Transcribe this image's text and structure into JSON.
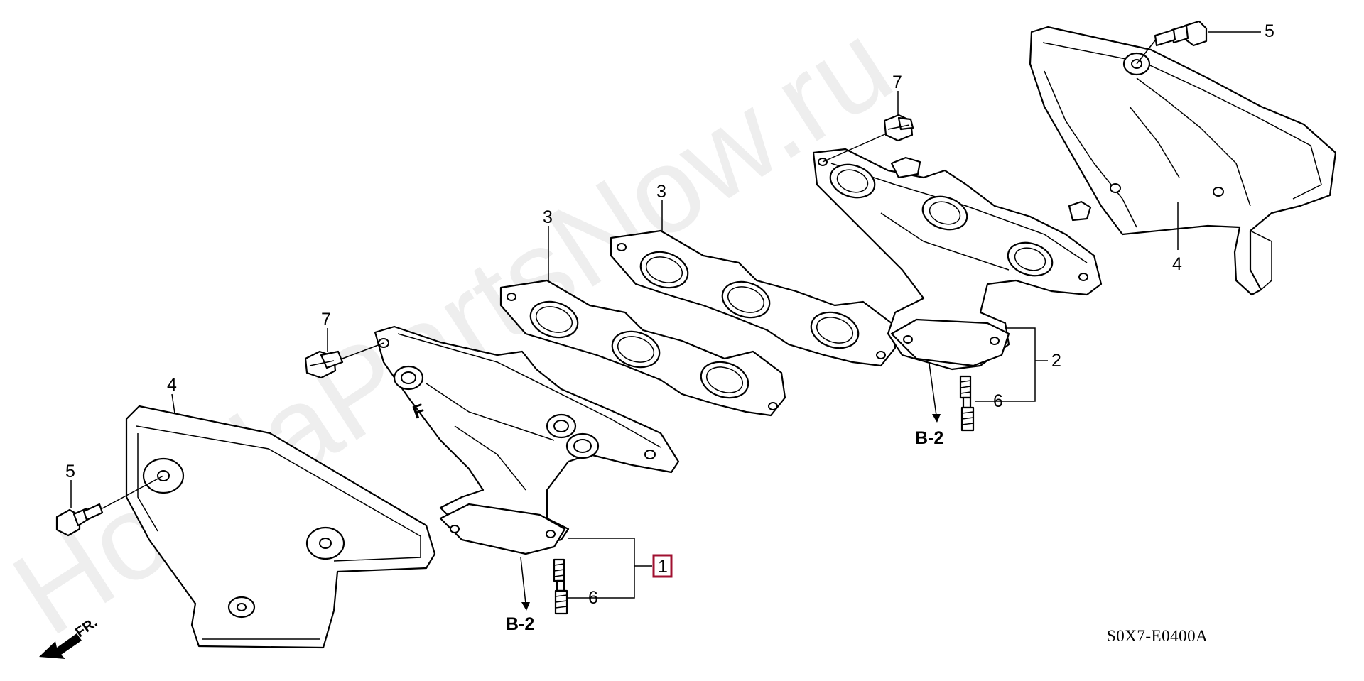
{
  "watermark": "HondaPartsNow.ru",
  "diagram_code": "S0X7-E0400A",
  "direction_label": "FR.",
  "highlighted_callout": "1",
  "callouts": {
    "c1": "1",
    "c2": "2",
    "c3a": "3",
    "c3b": "3",
    "c4a": "4",
    "c4b": "4",
    "c5a": "5",
    "c5b": "5",
    "c6a": "6",
    "c6b": "6",
    "c7a": "7",
    "c7b": "7"
  },
  "references": {
    "left": "B-2",
    "right": "B-2"
  }
}
